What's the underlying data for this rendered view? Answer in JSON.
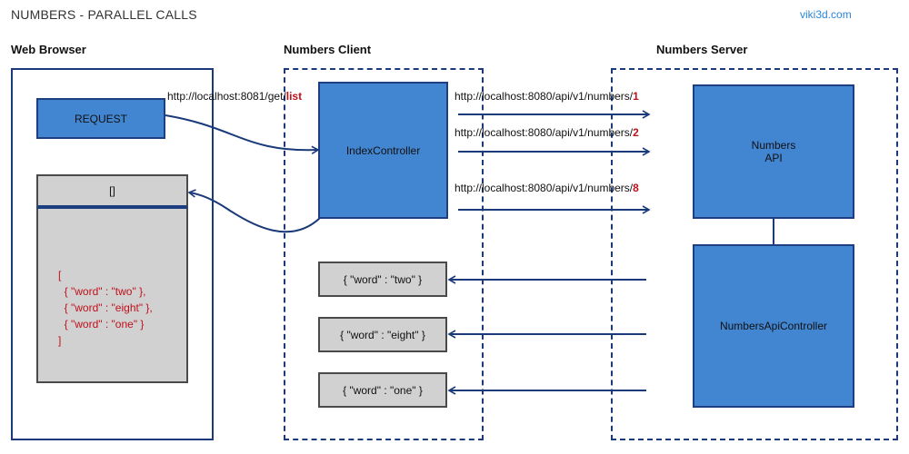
{
  "title": "NUMBERS - PARALLEL CALLS",
  "brand": "viki3d.com",
  "lanes": {
    "browser": "Web Browser",
    "client": "Numbers Client",
    "server": "Numbers Server"
  },
  "browser": {
    "request_label": "REQUEST",
    "response_label": "[]",
    "response_json": [
      "[",
      "  { \"word\" : \"two\" },",
      "  { \"word\" : \"eight\" },",
      "  { \"word\" : \"one\" }",
      "]"
    ]
  },
  "client_url": {
    "prefix": "http://localhost:8081/get/",
    "highlight": "list"
  },
  "client": {
    "controller_label": "IndexController",
    "responses": [
      "{ \"word\" : \"two\" }",
      "{ \"word\" : \"eight\" }",
      "{ \"word\" : \"one\" }"
    ]
  },
  "calls": [
    {
      "prefix": "http://localhost:8080/api/v1/numbers/",
      "highlight": "1"
    },
    {
      "prefix": "http://localhost:8080/api/v1/numbers/",
      "highlight": "2"
    },
    {
      "prefix": "http://localhost:8080/api/v1/numbers/",
      "highlight": "8"
    }
  ],
  "server": {
    "api_label_line1": "Numbers",
    "api_label_line2": "API",
    "controller_label": "NumbersApiController"
  },
  "colors": {
    "box_blue": "#4285d0",
    "border_navy": "#1b3a7a",
    "box_gray": "#d1d1d1",
    "highlight_red": "#c0101a",
    "brand_blue": "#2a86d6"
  }
}
